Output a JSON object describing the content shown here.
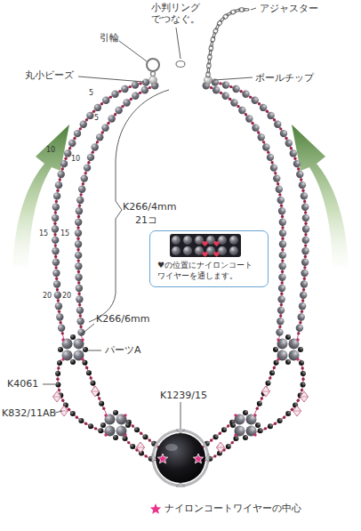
{
  "diagram": {
    "nodes": [
      {
        "text": [
          "♥の位置にナイロンコート ワイヤーを通します。"
        ]
      }
    ],
    "labels": [
      "小判リングでつなぐ。",
      "アジャスター",
      "引輪",
      "丸小ビーズ",
      "ボールチップ",
      "5",
      "5",
      "10",
      "10",
      "15",
      "15",
      "20",
      "20",
      "K266/4mm",
      "21コ",
      "K266/6mm",
      "パーツA",
      "K4061",
      "K832/11AB",
      "K1239/15"
    ],
    "legend": [
      {
        "text": "ナイロンコートワイヤーの中心"
      }
    ]
  }
}
